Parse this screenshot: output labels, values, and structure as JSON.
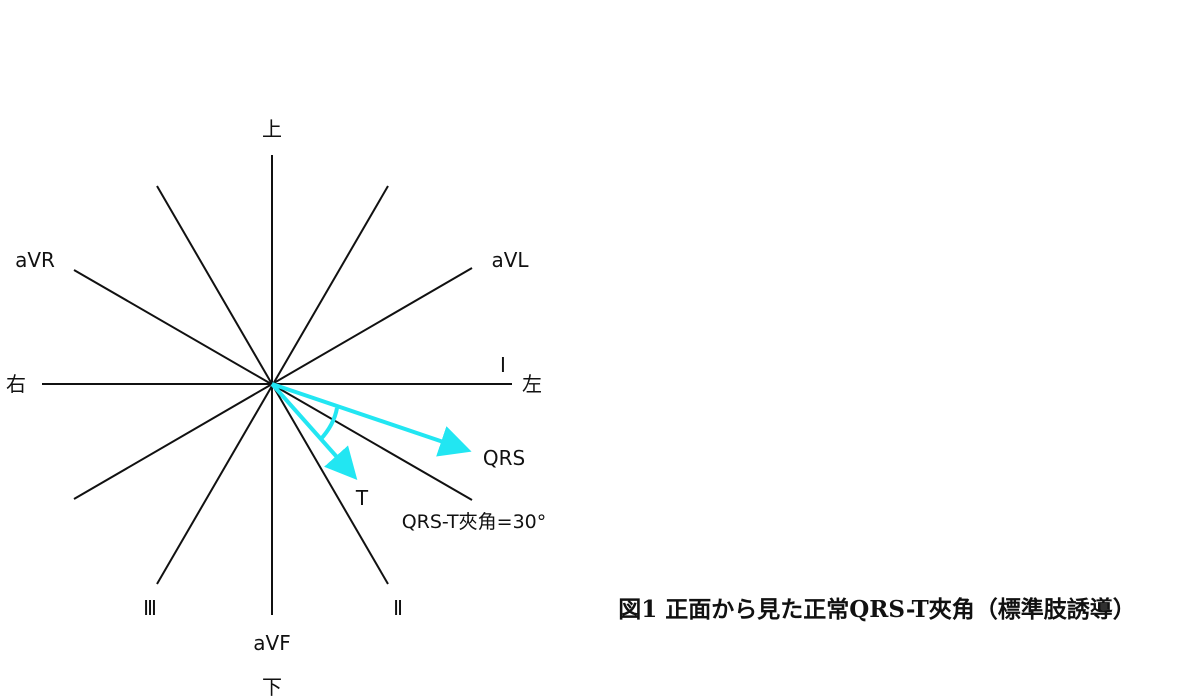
{
  "colors": {
    "axis": "#111111",
    "vector": "#22e6f2",
    "background": "#ffffff"
  },
  "directions": {
    "up": "上",
    "down": "下",
    "right": "右",
    "left": "左"
  },
  "leads": {
    "aVR": "aVR",
    "aVL": "aVL",
    "I": "Ⅰ",
    "II": "Ⅱ",
    "III": "Ⅲ",
    "aVF": "aVF"
  },
  "vectors": {
    "qrs_label": "QRS",
    "t_label": "T"
  },
  "angle_label": "QRS-T夾角=30°",
  "caption": "図1  正面から見た正常QRS-T夾角（標準肢誘導）"
}
